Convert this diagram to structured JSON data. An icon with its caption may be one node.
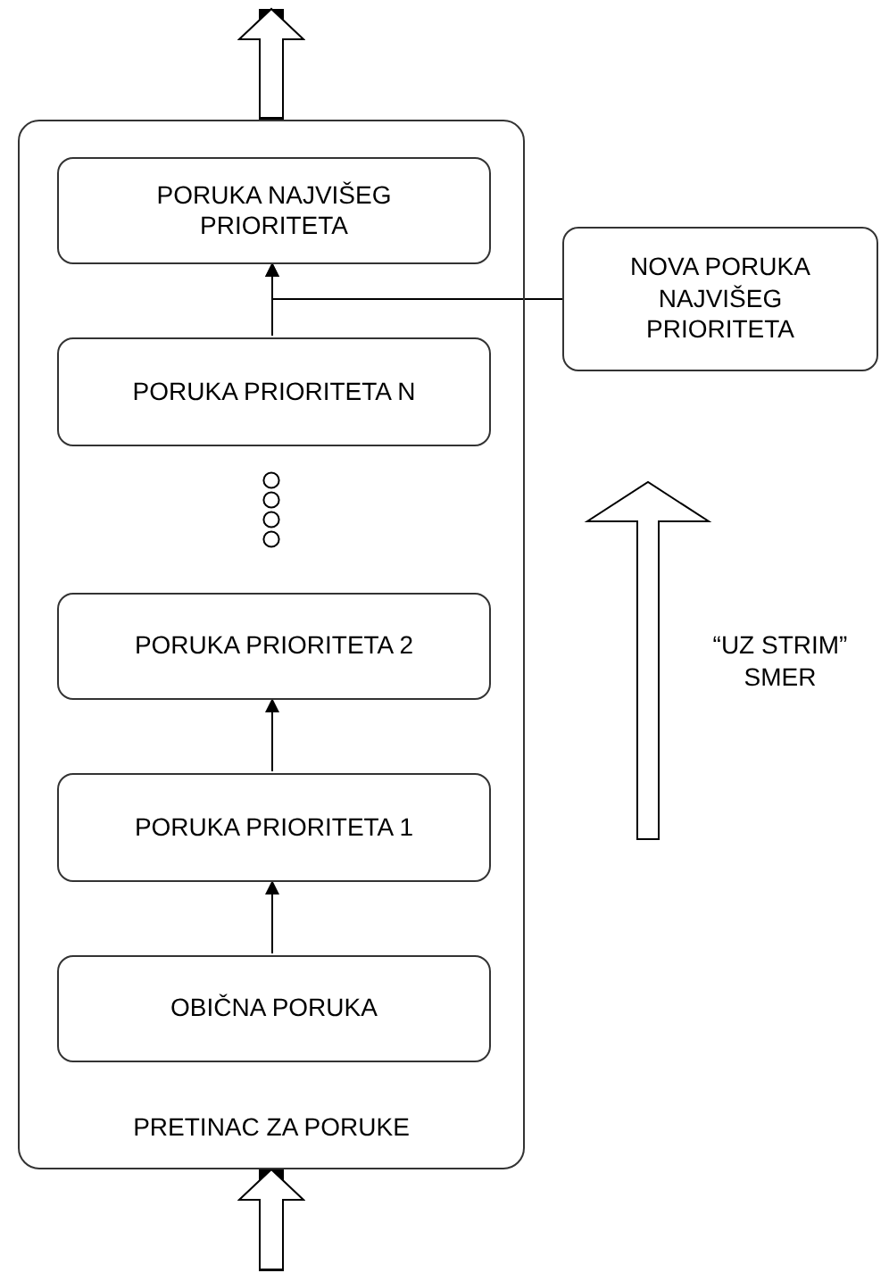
{
  "diagram": {
    "nodes": [
      {
        "text": [
          "PRETINAC ZA PORUKE"
        ]
      },
      {
        "text": [
          "PORUKA NAJVIŠEG PRIORITETA"
        ],
        "in": 0
      },
      {
        "text": [
          "PORUKA PRIORITETA N"
        ],
        "in": 0
      },
      {
        "text": [
          "PORUKA PRIORITETA 2"
        ],
        "in": 0
      },
      {
        "text": [
          "PORUKA PRIORITETA 1"
        ],
        "in": 0
      },
      {
        "text": [
          "OBIČNA PORUKA"
        ],
        "in": 0
      },
      {
        "text": [
          "NOVA PORUKA NAJVIŠEG PRIORITETA"
        ]
      }
    ],
    "edges": [
      {
        "from": 0,
        "to": null,
        "arrow": "to",
        "style": "thick"
      },
      {
        "from": 2,
        "to": 1,
        "arrow": "to"
      },
      {
        "from": 6,
        "to": 1,
        "arrow": "to"
      },
      {
        "from": 4,
        "to": 3,
        "arrow": "to"
      },
      {
        "from": 5,
        "to": 4,
        "arrow": "to"
      },
      {
        "from": null,
        "to": 0,
        "arrow": "to",
        "style": "thick"
      }
    ],
    "labels": [
      "“UZ STRIM” SMER"
    ]
  }
}
